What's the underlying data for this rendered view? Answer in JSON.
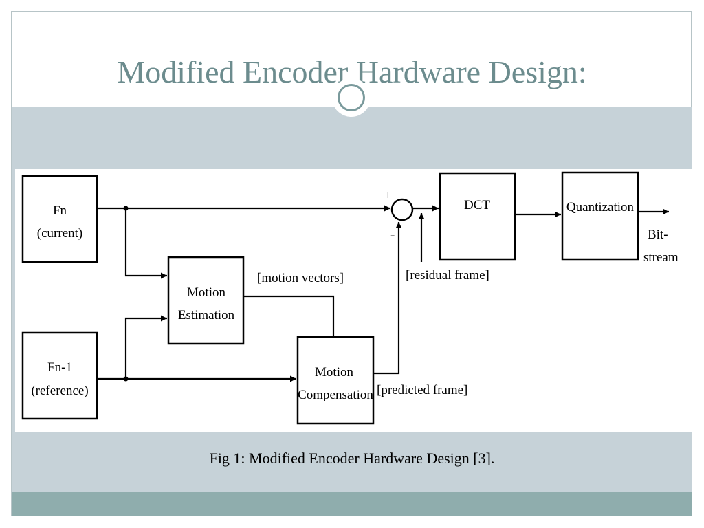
{
  "slide": {
    "title": "Modified Encoder Hardware Design:",
    "caption": "Fig 1: Modified Encoder Hardware Design [3]."
  },
  "diagram": {
    "blocks": {
      "fn": [
        "Fn",
        "(current)"
      ],
      "fn1": [
        "Fn-1",
        "(reference)"
      ],
      "motion_estimation": [
        "Motion",
        "Estimation"
      ],
      "motion_compensation": [
        "Motion",
        "Compensation"
      ],
      "dct": [
        "DCT"
      ],
      "quantization": [
        "Quantization"
      ]
    },
    "labels": {
      "motion_vectors": "[motion vectors]",
      "residual_frame": "[residual frame]",
      "predicted_frame": "[predicted frame]",
      "plus": "+",
      "minus": "-",
      "bitstream": [
        "Bit-",
        "stream"
      ]
    }
  },
  "colors": {
    "title": "#6c8c8e",
    "band": "#c6d2d8",
    "footer": "#8fadad"
  }
}
